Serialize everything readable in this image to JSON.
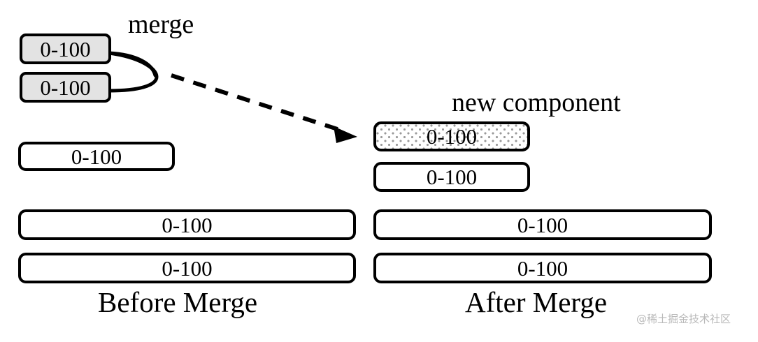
{
  "diagram": {
    "title_left": "Before Merge",
    "title_right": "After Merge",
    "annotations": {
      "merge": "merge",
      "new_component": "new component"
    },
    "watermark": "@稀土掘金技术社区",
    "colors": {
      "stroke": "#000000",
      "gray_fill": "#e3e3e3",
      "dot_fill": "#9a9a9a",
      "white_fill": "#ffffff",
      "watermark": "#b9b9b9"
    },
    "before": {
      "label": "Before Merge",
      "boxes": [
        {
          "text": "0-100",
          "style": "gray",
          "note": "merge-source-top"
        },
        {
          "text": "0-100",
          "style": "gray",
          "note": "merge-source-bottom"
        },
        {
          "text": "0-100",
          "style": "white",
          "note": "medium-row"
        },
        {
          "text": "0-100",
          "style": "white",
          "note": "wide-row-1"
        },
        {
          "text": "0-100",
          "style": "white",
          "note": "wide-row-2"
        }
      ]
    },
    "after": {
      "label": "After Merge",
      "boxes": [
        {
          "text": "0-100",
          "style": "dotted",
          "note": "new-component"
        },
        {
          "text": "0-100",
          "style": "white",
          "note": "medium-row"
        },
        {
          "text": "0-100",
          "style": "white",
          "note": "wide-row-1"
        },
        {
          "text": "0-100",
          "style": "white",
          "note": "wide-row-2"
        }
      ]
    },
    "connector": {
      "lens": "closed-curve-joining-two-source-boxes",
      "arrow": "dashed-arrow-pointing-to-new-component"
    }
  }
}
